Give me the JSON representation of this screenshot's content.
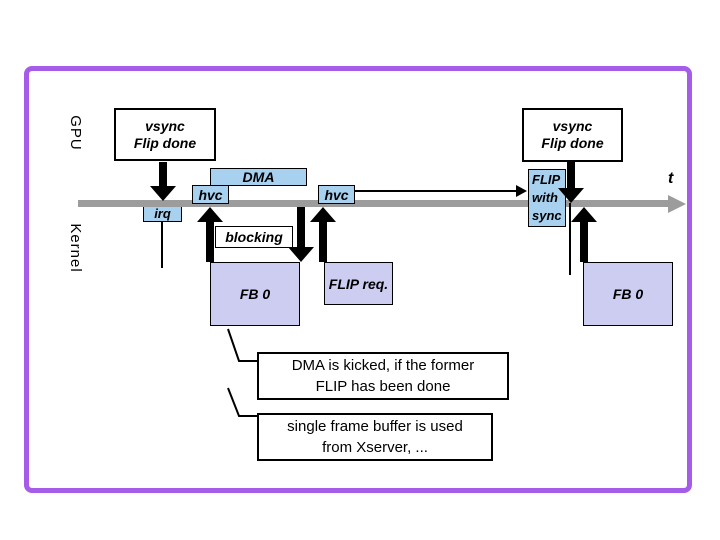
{
  "labels": {
    "gpu": "GPU",
    "kernel": "Kernel",
    "time_axis": "t"
  },
  "vsync_left": {
    "line1": "vsync",
    "line2": "Flip done"
  },
  "vsync_right": {
    "line1": "vsync",
    "line2": "Flip done"
  },
  "timeline": {
    "dma": "DMA",
    "hvc_first": "hvc",
    "hvc_second": "hvc",
    "irq": "irq",
    "blocking": "blocking"
  },
  "flip_with_sync": {
    "line1": "FLIP",
    "line2": "with",
    "line3": "sync"
  },
  "buffers": {
    "fb0_left": "FB 0",
    "flip_req": "FLIP req.",
    "fb0_right": "FB 0"
  },
  "callouts": {
    "dma_kicked_line1": "DMA is kicked, if the former",
    "dma_kicked_line2": "FLIP has been done",
    "single_fb_line1": "single frame buffer is used",
    "single_fb_line2": "from Xserver, ..."
  },
  "colors": {
    "frame_border": "#a55ce8",
    "event_box_blue": "#a8d1f0",
    "buffer_box_lavender": "#cdcdf2",
    "timeline_gray": "#9c9c9c",
    "arrow_black": "#000000"
  }
}
